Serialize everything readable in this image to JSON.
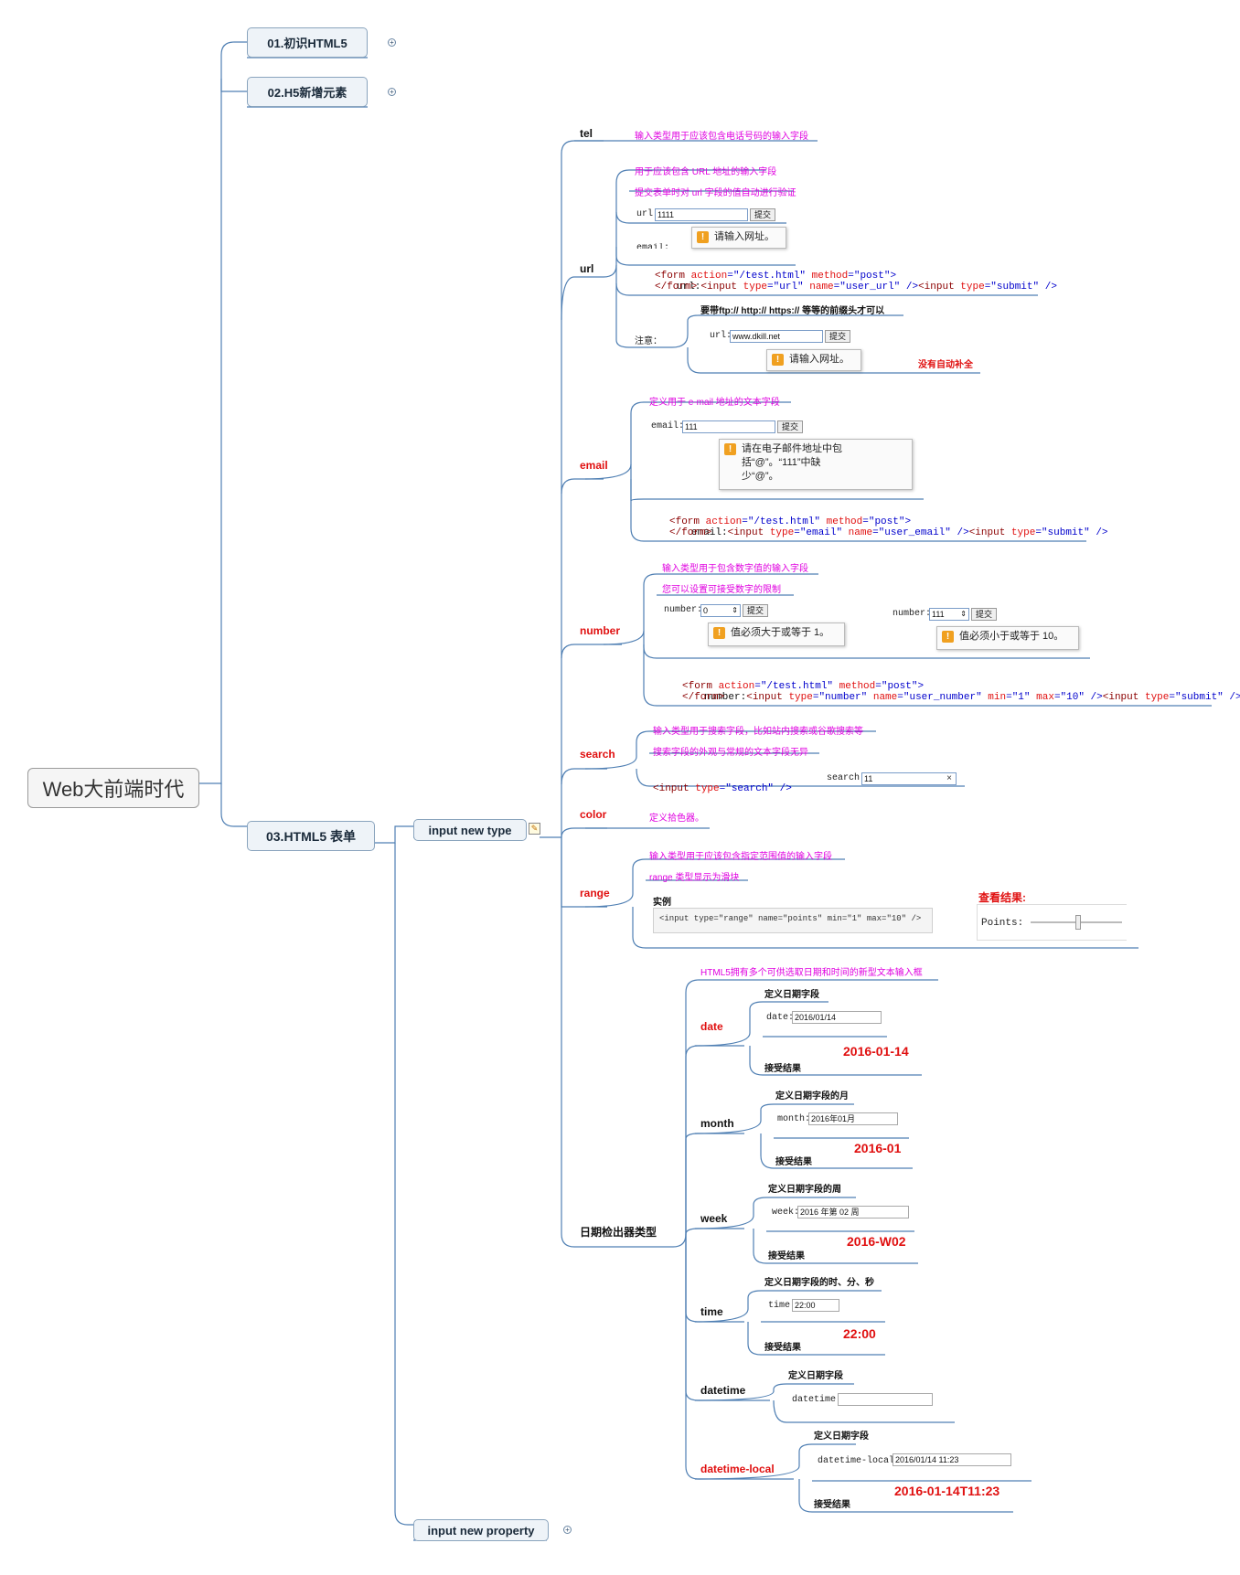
{
  "root": {
    "label": "Web大前端时代"
  },
  "level1": [
    {
      "label": "01.初识HTML5",
      "collapsed": true
    },
    {
      "label": "02.H5新增元素",
      "collapsed": true
    },
    {
      "label": "03.HTML5 表单",
      "collapsed": false
    }
  ],
  "level2": [
    {
      "label": "input new type",
      "has_note_icon": true
    },
    {
      "label": "input new property",
      "collapsed": true
    }
  ],
  "types": {
    "tel": {
      "label": "tel",
      "desc": "输入类型用于应该包含电话号码的输入字段"
    },
    "url": {
      "label": "url",
      "desc1": "用于应该包含 URL 地址的输入字段",
      "desc2": "提交表单时对 url 字段的值自动进行验证",
      "demo_label": "url:",
      "demo_value": "1111",
      "submit": "提交",
      "tooltip": "请输入网址。",
      "cut_label": "email:",
      "code_l1a": "<form ",
      "code_l1b": "action",
      "code_l1c": "=\"/test.html\" ",
      "code_l1d": "method",
      "code_l1e": "=\"post\">",
      "code_l2a": "url:",
      "code_l2b": "<input ",
      "code_l2c": "type",
      "code_l2d": "=\"url\" ",
      "code_l2e": "name",
      "code_l2f": "=\"user_url\" />",
      "code_l2g": "<input ",
      "code_l2h": "type",
      "code_l2i": "=\"submit\" />",
      "code_l3": "</form>",
      "note_label": "注意：",
      "note_title": "要带ftp:// http:// https:// 等等的前缀头才可以",
      "note_demo_label": "url:",
      "note_demo_value": "www.dkill.net",
      "note_submit": "提交",
      "note_tooltip": "请输入网址。",
      "note_red": "没有自动补全"
    },
    "email": {
      "label": "email",
      "desc": "定义用于 e-mail 地址的文本字段",
      "demo_label": "email:",
      "demo_value": "111",
      "submit": "提交",
      "tooltip_l1": "请在电子邮件地址中包",
      "tooltip_l2": "括“@”。“111”中缺",
      "tooltip_l3": "少“@”。",
      "code_l1a": "<form ",
      "code_l1b": "action",
      "code_l1c": "=\"/test.html\" ",
      "code_l1d": "method",
      "code_l1e": "=\"post\">",
      "code_l2a": "email:",
      "code_l2b": "<input ",
      "code_l2c": "type",
      "code_l2d": "=\"email\" ",
      "code_l2e": "name",
      "code_l2f": "=\"user_email\" />",
      "code_l2g": "<input ",
      "code_l2h": "type",
      "code_l2i": "=\"submit\" />",
      "code_l3": "</form>"
    },
    "number": {
      "label": "number",
      "desc1": "输入类型用于包含数字值的输入字段",
      "desc2": "您可以设置可接受数字的限制",
      "demo1_label": "number:",
      "demo1_value": "0",
      "demo1_tooltip": "值必须大于或等于 1。",
      "demo2_label": "number:",
      "demo2_value": "111",
      "demo2_tooltip": "值必须小于或等于 10。",
      "submit": "提交",
      "code_l1a": "<form ",
      "code_l1b": "action",
      "code_l1c": "=\"/test.html\" ",
      "code_l1d": "method",
      "code_l1e": "=\"post\">",
      "code_l2a": "number:",
      "code_l2b": "<input ",
      "code_l2c": "type",
      "code_l2d": "=\"number\" ",
      "code_l2e": "name",
      "code_l2f": "=\"user_number\" ",
      "code_l2g": "min",
      "code_l2h": "=\"1\" ",
      "code_l2i": "max",
      "code_l2j": "=\"10\" />",
      "code_l2k": "<input ",
      "code_l2l": "type",
      "code_l2m": "=\"submit\" />",
      "code_l3": "</form>"
    },
    "search": {
      "label": "search",
      "desc1": "输入类型用于搜索字段，比如站内搜索或谷歌搜索等",
      "desc2": "搜索字段的外观与常规的文本字段无异",
      "code_a": "<input ",
      "code_b": "type",
      "code_c": "=\"search\" />",
      "demo_label": "search:",
      "demo_value": "11",
      "clear": "×"
    },
    "color": {
      "label": "color",
      "desc": "定义拾色器。"
    },
    "range": {
      "label": "range",
      "desc1": "输入类型用于应该包含指定范围值的输入字段",
      "desc2": "range 类型显示为滑块",
      "example_label": "实例",
      "code": "<input type=\"range\" name=\"points\" min=\"1\" max=\"10\" />",
      "result_title": "查看结果:",
      "result_label": "Points:",
      "slider_value": 0.52
    },
    "datepicker": {
      "label": "日期检出器类型",
      "desc": "HTML5拥有多个可供选取日期和时间的新型文本输入框",
      "date": {
        "label": "date",
        "title": "定义日期字段",
        "demo_label": "date:",
        "demo_value": "2016/01/14",
        "accept": "接受结果",
        "result": "2016-01-14"
      },
      "month": {
        "label": "month",
        "title": "定义日期字段的月",
        "demo_label": "month:",
        "demo_value": "2016年01月",
        "accept": "接受结果",
        "result": "2016-01"
      },
      "week": {
        "label": "week",
        "title": "定义日期字段的周",
        "demo_label": "week:",
        "demo_value": "2016 年第 02 周",
        "accept": "接受结果",
        "result": "2016-W02"
      },
      "time": {
        "label": "time",
        "title": "定义日期字段的时、分、秒",
        "demo_label": "time:",
        "demo_value": "22:00",
        "accept": "接受结果",
        "result": "22:00"
      },
      "datetime": {
        "label": "datetime",
        "title": "定义日期字段",
        "demo_label": "datetime:",
        "demo_value": ""
      },
      "datetime_local": {
        "label": "datetime-local",
        "title": "定义日期字段",
        "demo_label": "datetime-local:",
        "demo_value": "2016/01/14 11:23",
        "accept": "接受结果",
        "result": "2016-01-14T11:23"
      }
    }
  },
  "colors": {
    "line": "#4f7fb3",
    "red": "#e01010",
    "magenta": "#e000e0",
    "node_fill": "#eef3f8",
    "node_border": "#8aa4bd"
  }
}
